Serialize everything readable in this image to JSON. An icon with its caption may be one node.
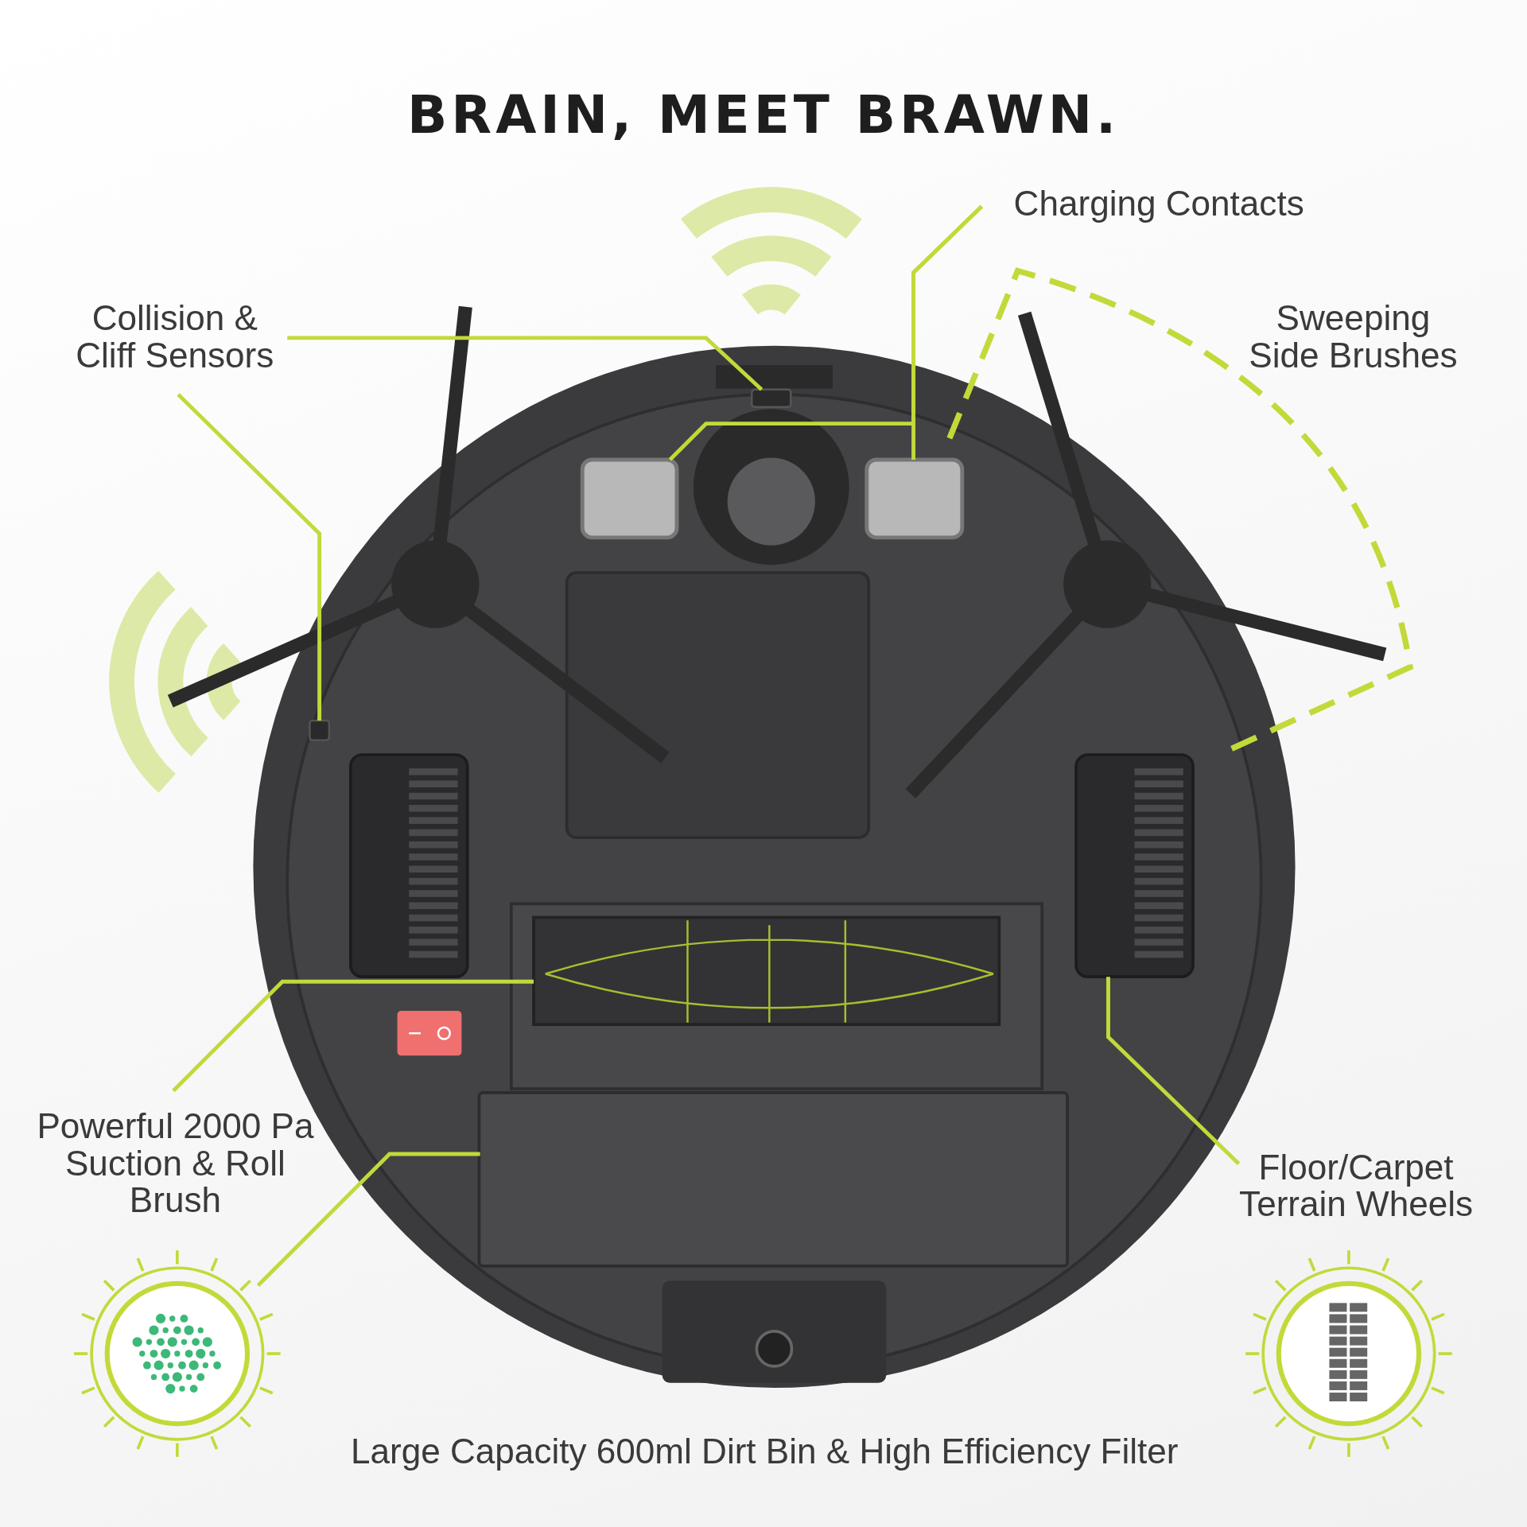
{
  "diagram": {
    "title": "BRAIN, MEET BRAWN.",
    "nodes": [
      {
        "text": [
          "Collision & Cliff Sensors"
        ]
      },
      {
        "text": [],
        "shape": "box"
      },
      {
        "text": [],
        "shape": "box"
      },
      {
        "text": [
          "Charging Contacts"
        ]
      },
      {
        "text": [],
        "shape": "box"
      },
      {
        "text": [],
        "shape": "box"
      },
      {
        "text": [
          "Powerful 2000 Pa Suction & Roll Brush"
        ]
      },
      {
        "text": [],
        "shape": "box"
      },
      {
        "text": [
          "Floor/Carpet Terrain Wheels"
        ]
      },
      {
        "text": [],
        "shape": "picture"
      },
      {
        "text": [],
        "shape": "box"
      },
      {
        "text": [],
        "shape": "picture"
      }
    ],
    "edges": [
      {
        "from": 0,
        "to": 1,
        "arrow": "none"
      },
      {
        "from": 0,
        "to": 2,
        "arrow": "none"
      },
      {
        "from": 3,
        "to": 4,
        "arrow": "none"
      },
      {
        "from": 3,
        "to": 5,
        "arrow": "none"
      },
      {
        "from": 6,
        "to": 7,
        "arrow": "none"
      },
      {
        "from": 8,
        "to": 9,
        "arrow": "none"
      },
      {
        "from": 10,
        "to": 11,
        "arrow": "none"
      }
    ],
    "labels": [
      "Sweeping Side Brushes",
      "Large Capacity 600ml Dirt Bin & High Efficiency Filter"
    ]
  }
}
